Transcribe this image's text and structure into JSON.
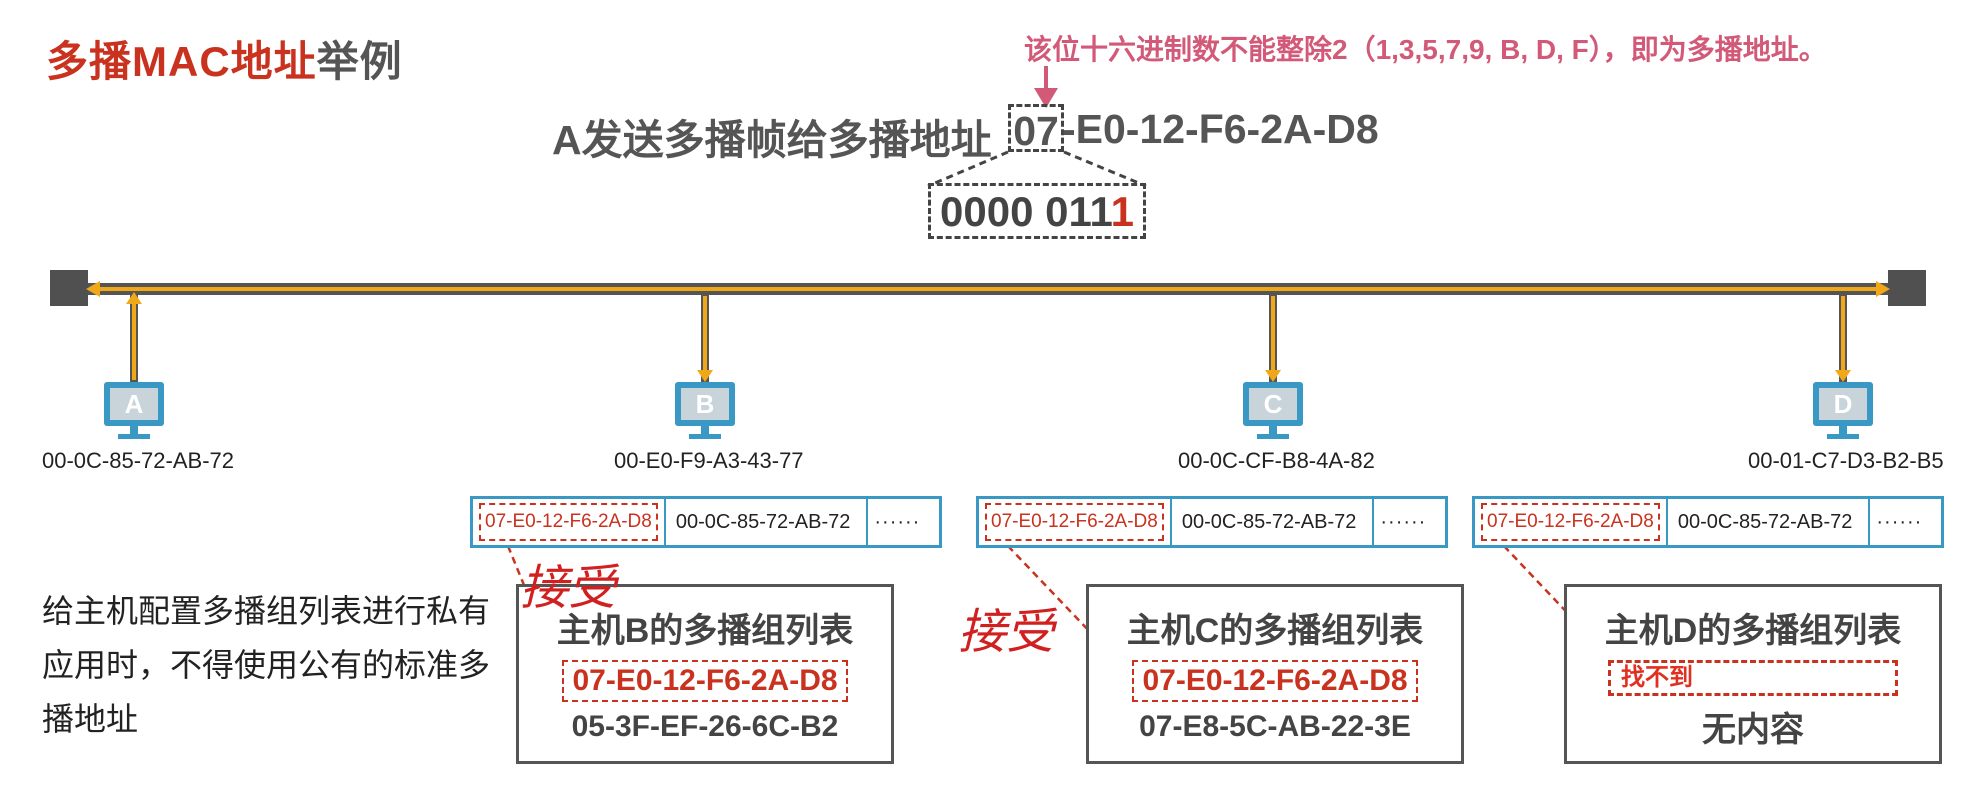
{
  "title": {
    "part1": "多播MAC地址",
    "part2": "举例"
  },
  "annotation": "该位十六进制数不能整除2（1,3,5,7,9, B, D, F），即为多播地址。",
  "sender": {
    "text": "A发送多播帧给多播地址",
    "addr_first": "07",
    "addr_rest": "-E0-12-F6-2A-D8",
    "binary_prefix": "0000 011",
    "binary_last": "1"
  },
  "hosts": [
    {
      "label": "A",
      "mac": "00-0C-85-72-AB-72"
    },
    {
      "label": "B",
      "mac": "00-E0-F9-A3-43-77"
    },
    {
      "label": "C",
      "mac": "00-0C-CF-B8-4A-82"
    },
    {
      "label": "D",
      "mac": "00-01-C7-D3-B2-B5"
    }
  ],
  "frame": {
    "dst": "07-E0-12-F6-2A-D8",
    "src": "00-0C-85-72-AB-72",
    "more": "······"
  },
  "groups": {
    "b": {
      "title": "主机B的多播组列表",
      "entry1": "07-E0-12-F6-2A-D8",
      "entry2": "05-3F-EF-26-6C-B2"
    },
    "c": {
      "title": "主机C的多播组列表",
      "entry1": "07-E0-12-F6-2A-D8",
      "entry2": "07-E8-5C-AB-22-3E"
    },
    "d": {
      "title": "主机D的多播组列表",
      "not_found": "找不到",
      "empty": "无内容"
    }
  },
  "handwriting": {
    "b": "接受",
    "c": "接受"
  },
  "note": "给主机配置多播组列表进行私有应用时，不得使用公有的标准多播地址",
  "colors": {
    "accent": "#c8321e",
    "bus": "#555555",
    "signal": "#f0a818",
    "host": "#3a99c4",
    "annotation": "#d25a78"
  }
}
